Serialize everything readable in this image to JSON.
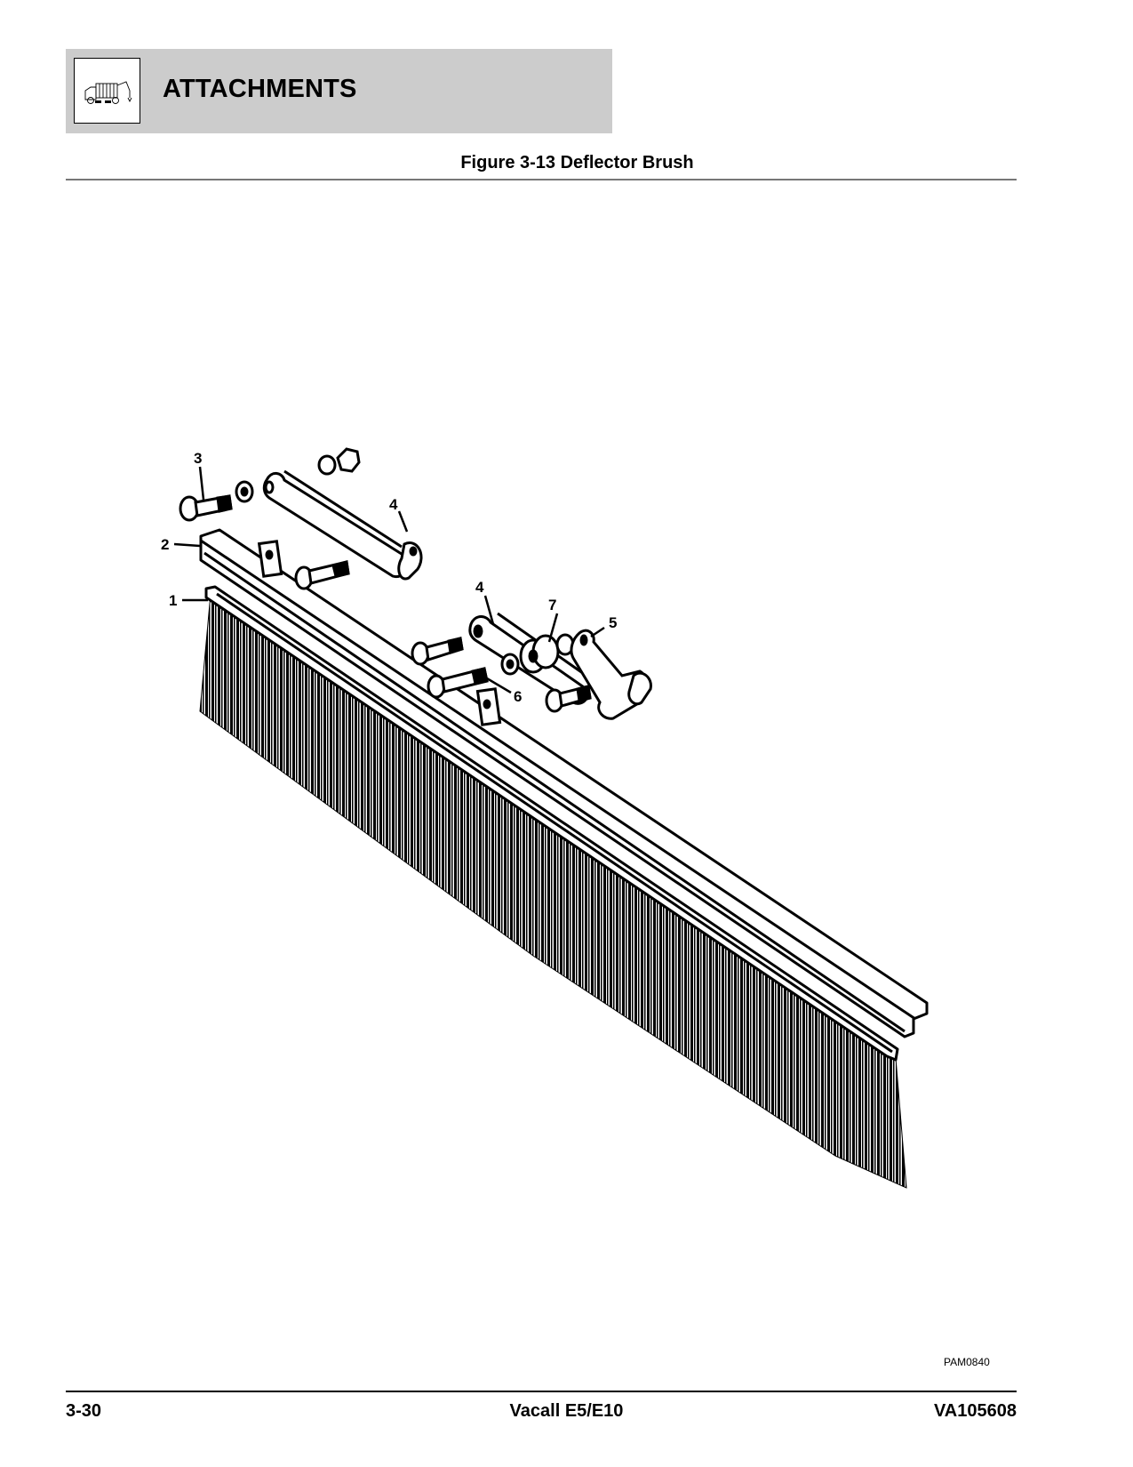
{
  "header": {
    "section_title": "ATTACHMENTS",
    "section_icon": "vacuum-truck-icon",
    "band_color": "#cccccc"
  },
  "figure": {
    "title": "Figure 3-13 Deflector Brush",
    "drawing_id": "PAM0840",
    "callouts": [
      {
        "label": "1",
        "part": "brush"
      },
      {
        "label": "2",
        "part": "channel"
      },
      {
        "label": "3",
        "part": "bolt"
      },
      {
        "label": "4",
        "part": "arm"
      },
      {
        "label": "4",
        "part": "arm"
      },
      {
        "label": "5",
        "part": "bracket"
      },
      {
        "label": "6",
        "part": "bolt"
      },
      {
        "label": "7",
        "part": "spacer"
      }
    ]
  },
  "footer": {
    "page_number": "3-30",
    "product": "Vacall E5/E10",
    "doc_number": "VA105608"
  }
}
